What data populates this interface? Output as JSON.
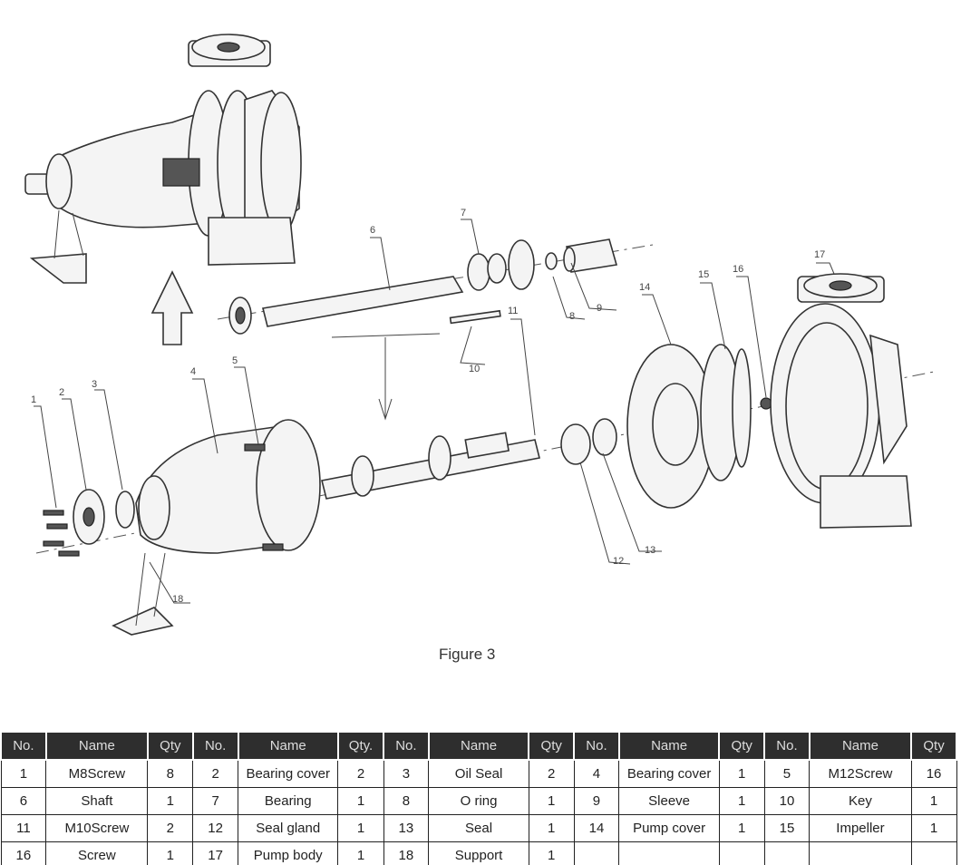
{
  "figure": {
    "caption": "Figure 3",
    "callouts": [
      "1",
      "2",
      "3",
      "4",
      "5",
      "6",
      "7",
      "8",
      "9",
      "10",
      "11",
      "12",
      "13",
      "14",
      "15",
      "16",
      "17",
      "18"
    ]
  },
  "table": {
    "headers": [
      "No.",
      "Name",
      "Qty",
      "No.",
      "Name",
      "Qty.",
      "No.",
      "Name",
      "Qty",
      "No.",
      "Name",
      "Qty",
      "No.",
      "Name",
      "Qty"
    ],
    "rows": [
      [
        "1",
        "M8Screw",
        "8",
        "2",
        "Bearing cover",
        "2",
        "3",
        "Oil Seal",
        "2",
        "4",
        "Bearing cover",
        "1",
        "5",
        "M12Screw",
        "16"
      ],
      [
        "6",
        "Shaft",
        "1",
        "7",
        "Bearing",
        "1",
        "8",
        "O ring",
        "1",
        "9",
        "Sleeve",
        "1",
        "10",
        "Key",
        "1"
      ],
      [
        "11",
        "M10Screw",
        "2",
        "12",
        "Seal gland",
        "1",
        "13",
        "Seal",
        "1",
        "14",
        "Pump cover",
        "1",
        "15",
        "Impeller",
        "1"
      ],
      [
        "16",
        "Screw",
        "1",
        "17",
        "Pump body",
        "1",
        "18",
        "Support",
        "1",
        "",
        "",
        "",
        "",
        "",
        ""
      ]
    ]
  }
}
